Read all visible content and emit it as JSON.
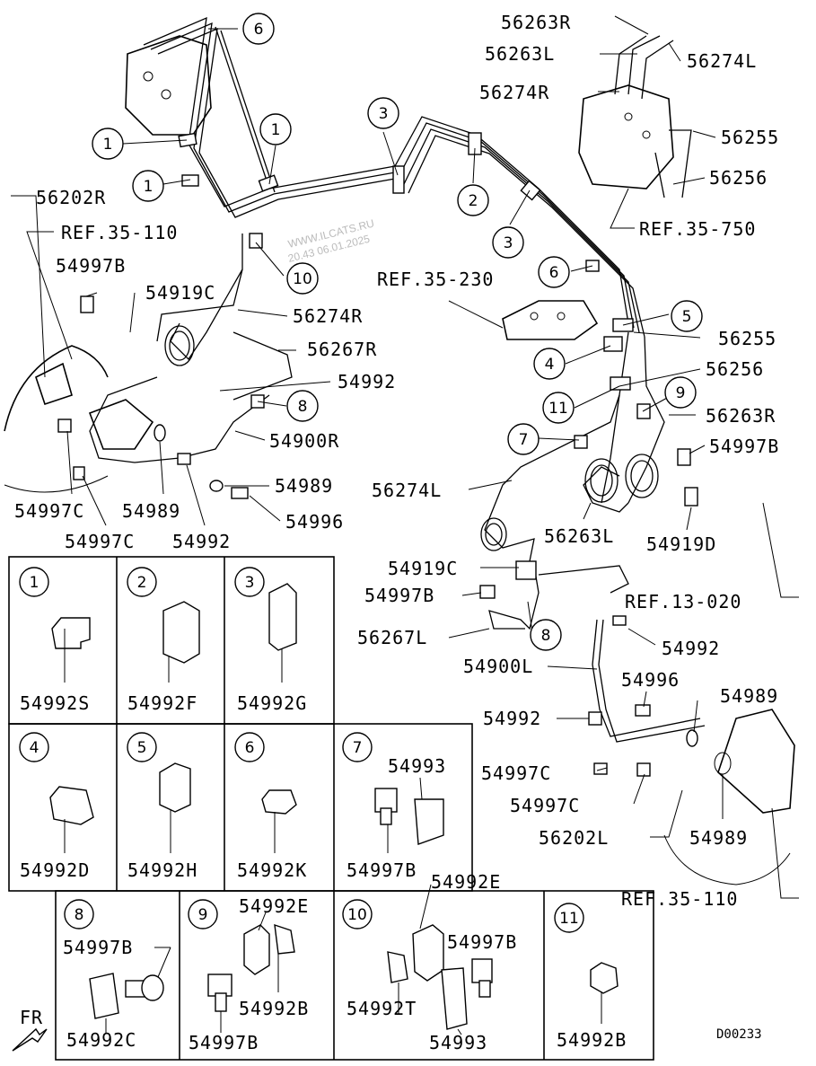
{
  "watermark": {
    "site": "WWW.ILCATS.RU",
    "date": "20.43 06.01.2025"
  },
  "diagram_code": "D00233",
  "front_indicator": "FR",
  "callouts": [
    {
      "id": "c1a",
      "num": "1"
    },
    {
      "id": "c1b",
      "num": "1"
    },
    {
      "id": "c1c",
      "num": "1"
    },
    {
      "id": "c2",
      "num": "2"
    },
    {
      "id": "c3a",
      "num": "3"
    },
    {
      "id": "c3b",
      "num": "3"
    },
    {
      "id": "c4",
      "num": "4"
    },
    {
      "id": "c5",
      "num": "5"
    },
    {
      "id": "c6a",
      "num": "6"
    },
    {
      "id": "c6b",
      "num": "6"
    },
    {
      "id": "c7",
      "num": "7"
    },
    {
      "id": "c8a",
      "num": "8"
    },
    {
      "id": "c8b",
      "num": "8"
    },
    {
      "id": "c9",
      "num": "9"
    },
    {
      "id": "c10",
      "num": "10"
    },
    {
      "id": "c11",
      "num": "11"
    }
  ],
  "part_labels": [
    {
      "id": "p56263R",
      "text": "56263R"
    },
    {
      "id": "p56263L",
      "text": "56263L"
    },
    {
      "id": "p56274L",
      "text": "56274L"
    },
    {
      "id": "p56274R",
      "text": "56274R"
    },
    {
      "id": "p56255a",
      "text": "56255"
    },
    {
      "id": "p56256a",
      "text": "56256"
    },
    {
      "id": "pREF35750",
      "text": "REF.35-750"
    },
    {
      "id": "p56202R",
      "text": "56202R"
    },
    {
      "id": "pREF35110a",
      "text": "REF.35-110"
    },
    {
      "id": "p54997Ba",
      "text": "54997B"
    },
    {
      "id": "p54919Ca",
      "text": "54919C"
    },
    {
      "id": "pREF35230",
      "text": "REF.35-230"
    },
    {
      "id": "p56274Rb",
      "text": "56274R"
    },
    {
      "id": "p56267R",
      "text": "56267R"
    },
    {
      "id": "p56255b",
      "text": "56255"
    },
    {
      "id": "p54992a",
      "text": "54992"
    },
    {
      "id": "p56256b",
      "text": "56256"
    },
    {
      "id": "p56263Rb",
      "text": "56263R"
    },
    {
      "id": "p54900R",
      "text": "54900R"
    },
    {
      "id": "p54997Bb",
      "text": "54997B"
    },
    {
      "id": "p54989a",
      "text": "54989"
    },
    {
      "id": "p56274Lb",
      "text": "56274L"
    },
    {
      "id": "p54996a",
      "text": "54996"
    },
    {
      "id": "p54997Ca",
      "text": "54997C"
    },
    {
      "id": "p54989b",
      "text": "54989"
    },
    {
      "id": "p56263Lb",
      "text": "56263L"
    },
    {
      "id": "p54919D",
      "text": "54919D"
    },
    {
      "id": "p54997Cb",
      "text": "54997C"
    },
    {
      "id": "p54992b",
      "text": "54992"
    },
    {
      "id": "p54919Cb",
      "text": "54919C"
    },
    {
      "id": "p54997Bc",
      "text": "54997B"
    },
    {
      "id": "pREF13020",
      "text": "REF.13-020"
    },
    {
      "id": "p56267L",
      "text": "56267L"
    },
    {
      "id": "p54992c",
      "text": "54992"
    },
    {
      "id": "p54900L",
      "text": "54900L"
    },
    {
      "id": "p54996b",
      "text": "54996"
    },
    {
      "id": "p54989c",
      "text": "54989"
    },
    {
      "id": "p54992d",
      "text": "54992"
    },
    {
      "id": "p54997Cc",
      "text": "54997C"
    },
    {
      "id": "p54997Cd",
      "text": "54997C"
    },
    {
      "id": "p56202L",
      "text": "56202L"
    },
    {
      "id": "p54989d",
      "text": "54989"
    },
    {
      "id": "pREF35110b",
      "text": "REF.35-110"
    }
  ],
  "legend": [
    {
      "num": "1",
      "parts": [
        "54992S"
      ]
    },
    {
      "num": "2",
      "parts": [
        "54992F"
      ]
    },
    {
      "num": "3",
      "parts": [
        "54992G"
      ]
    },
    {
      "num": "4",
      "parts": [
        "54992D"
      ]
    },
    {
      "num": "5",
      "parts": [
        "54992H"
      ]
    },
    {
      "num": "6",
      "parts": [
        "54992K"
      ]
    },
    {
      "num": "7",
      "parts": [
        "54993",
        "54997B"
      ]
    },
    {
      "num": "8",
      "parts": [
        "54997B",
        "54992C"
      ]
    },
    {
      "num": "9",
      "parts": [
        "54992E",
        "54992B",
        "54997B"
      ]
    },
    {
      "num": "10",
      "parts": [
        "54992E",
        "54997B",
        "54992T",
        "54993"
      ]
    },
    {
      "num": "11",
      "parts": [
        "54992B"
      ]
    }
  ]
}
